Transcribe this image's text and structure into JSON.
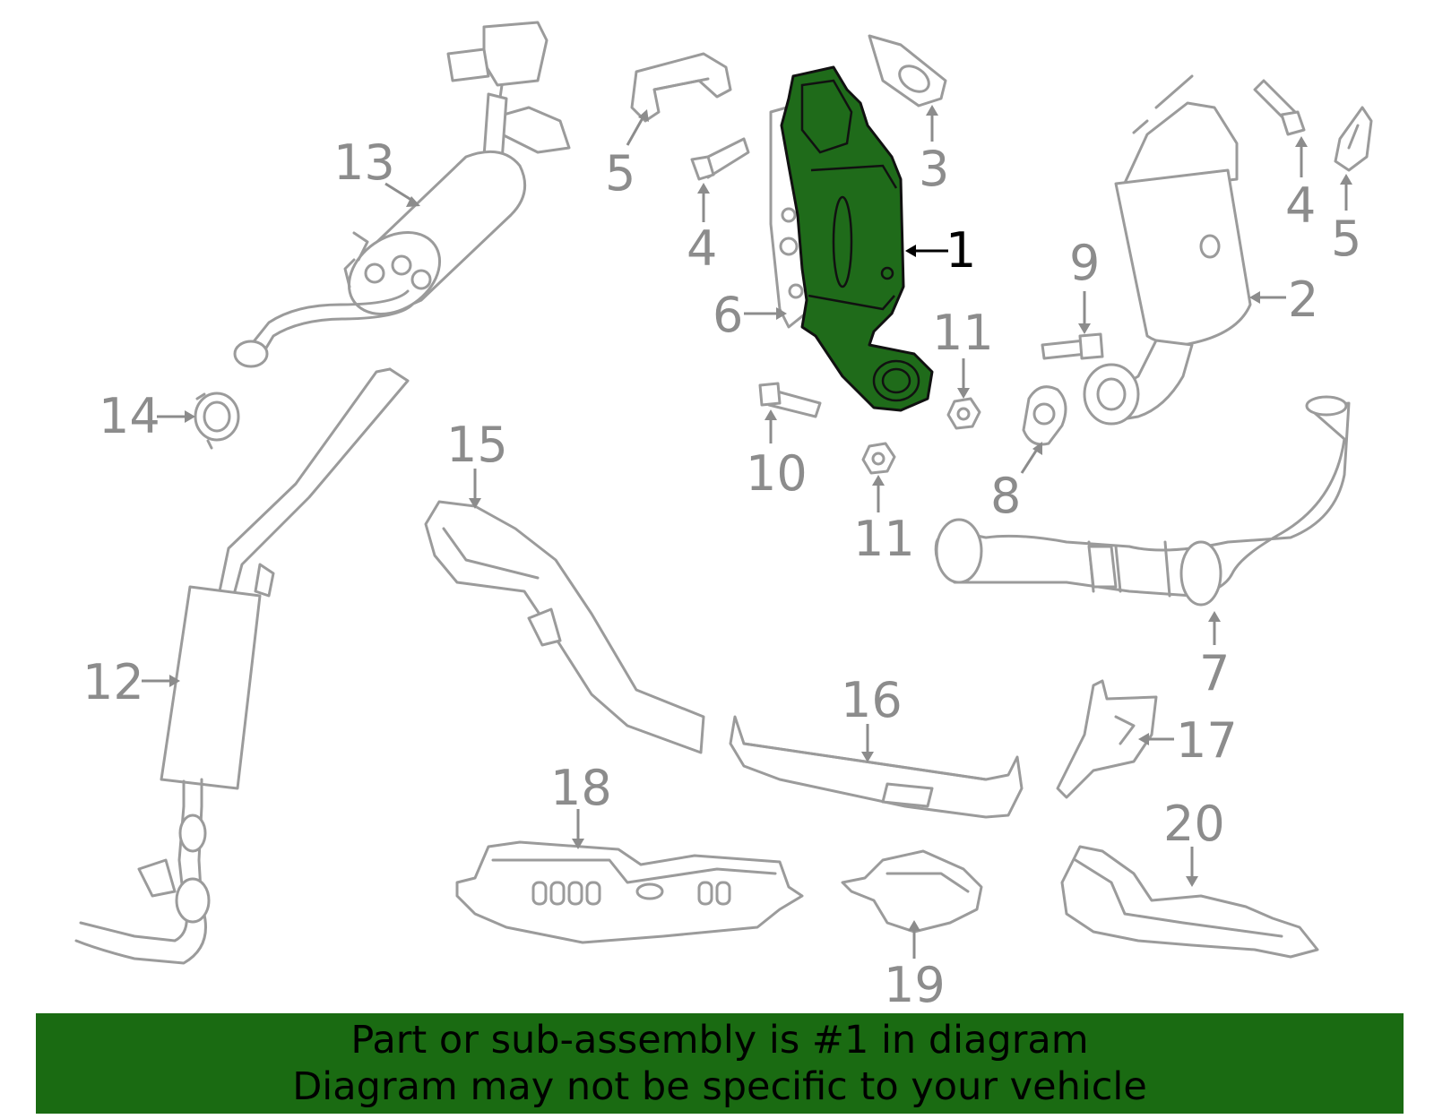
{
  "callouts": {
    "c1": "1",
    "c2": "2",
    "c3": "3",
    "c4a": "4",
    "c4b": "4",
    "c5a": "5",
    "c5b": "5",
    "c6": "6",
    "c7": "7",
    "c8": "8",
    "c9": "9",
    "c10": "10",
    "c11a": "11",
    "c11b": "11",
    "c12": "12",
    "c13": "13",
    "c14": "14",
    "c15": "15",
    "c16": "16",
    "c17": "17",
    "c18": "18",
    "c19": "19",
    "c20": "20"
  },
  "footer": {
    "line1": "Part or sub-assembly is #1 in diagram",
    "line2": "Diagram may not be specific to your vehicle"
  },
  "colors": {
    "highlight": "#1f6b1a",
    "banner": "#1a6b12",
    "line_gray": "#9b9b9b"
  }
}
